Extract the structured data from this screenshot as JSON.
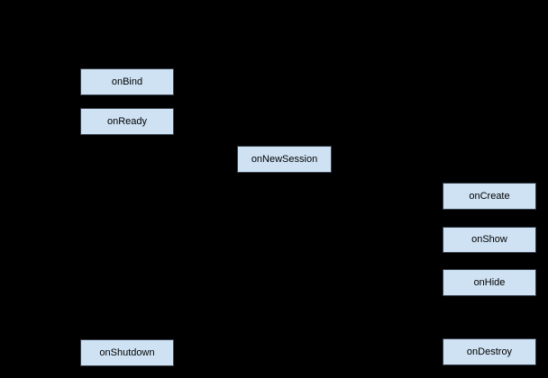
{
  "diagram": {
    "type": "lifecycle-flowchart",
    "background_color": "#000000",
    "node_style": {
      "fill_color": "#cfe2f3",
      "border_color": "#37414d",
      "text_color": "#000000"
    },
    "nodes": [
      {
        "id": "onBind",
        "label": "onBind"
      },
      {
        "id": "onReady",
        "label": "onReady"
      },
      {
        "id": "onNewSession",
        "label": "onNewSession"
      },
      {
        "id": "onCreate",
        "label": "onCreate"
      },
      {
        "id": "onShow",
        "label": "onShow"
      },
      {
        "id": "onHide",
        "label": "onHide"
      },
      {
        "id": "onShutdown",
        "label": "onShutdown"
      },
      {
        "id": "onDestroy",
        "label": "onDestroy"
      }
    ]
  }
}
